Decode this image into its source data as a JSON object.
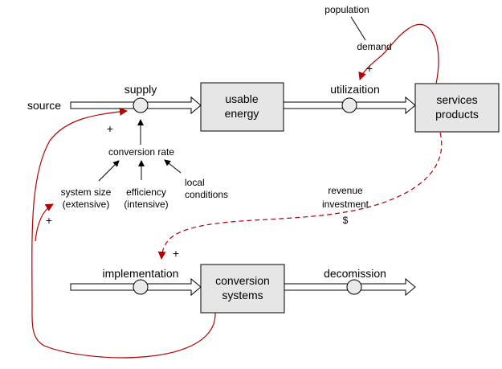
{
  "colors": {
    "link": "#b30000",
    "box_fill": "#e6e6e6",
    "valve_fill": "#eaeaea"
  },
  "labels": {
    "source": "source",
    "supply": "supply",
    "usable_energy": [
      "usable",
      "energy"
    ],
    "utilization": "utilizaition",
    "services_products": [
      "services",
      "products"
    ],
    "population": "population",
    "demand": "demand",
    "conversion_rate": "conversion rate",
    "system_size": [
      "system size",
      "(extensive)"
    ],
    "efficiency": [
      "efficiency",
      "(intensive)"
    ],
    "local_conditions": [
      "local",
      "conditions"
    ],
    "revenue": [
      "revenue",
      "investment",
      "$"
    ],
    "implementation": "implementation",
    "conversion_systems": [
      "conversion",
      "systems"
    ],
    "decomission": "decomission",
    "plus": "+"
  }
}
